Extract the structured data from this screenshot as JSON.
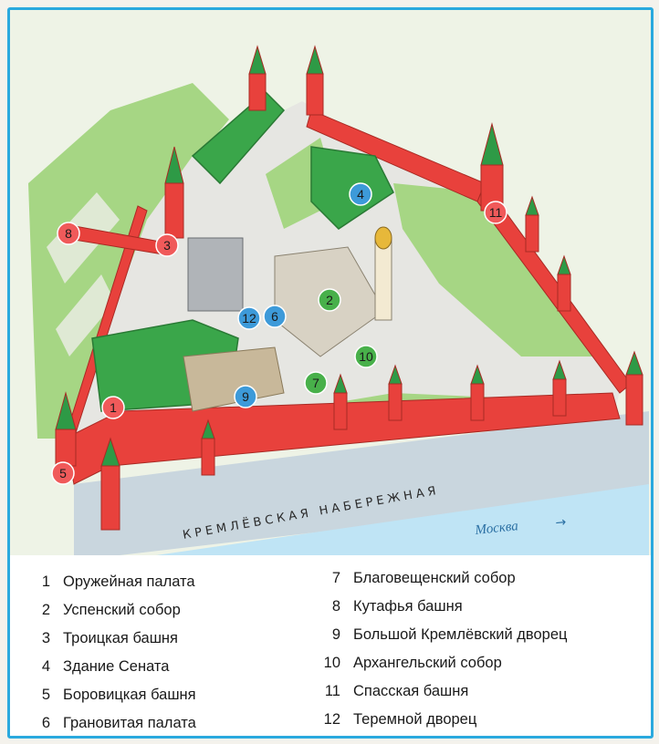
{
  "map": {
    "embankment_label": "КРЕМЛЁВСКАЯ НАБЕРЕЖНАЯ",
    "river_label": "Москва",
    "colors": {
      "wall": "#e8413c",
      "roof_green": "#3aa64a",
      "grass": "#9fd07e",
      "river": "#b8e2f5",
      "marker_red": "#f05a5a",
      "marker_green": "#48b04a",
      "marker_blue": "#3d9ad9"
    }
  },
  "markers": [
    {
      "num": "1",
      "color": "red"
    },
    {
      "num": "2",
      "color": "green"
    },
    {
      "num": "3",
      "color": "red"
    },
    {
      "num": "4",
      "color": "blue"
    },
    {
      "num": "5",
      "color": "red"
    },
    {
      "num": "6",
      "color": "blue"
    },
    {
      "num": "7",
      "color": "green"
    },
    {
      "num": "8",
      "color": "red"
    },
    {
      "num": "9",
      "color": "blue"
    },
    {
      "num": "10",
      "color": "green"
    },
    {
      "num": "11",
      "color": "red"
    },
    {
      "num": "12",
      "color": "blue"
    }
  ],
  "legend": [
    {
      "num": "1",
      "label": "Оружейная палата"
    },
    {
      "num": "2",
      "label": "Успенский собор"
    },
    {
      "num": "3",
      "label": "Троицкая башня"
    },
    {
      "num": "4",
      "label": "Здание Сената"
    },
    {
      "num": "5",
      "label": "Боровицкая башня"
    },
    {
      "num": "6",
      "label": "Грановитая палата"
    },
    {
      "num": "7",
      "label": "Благовещенский собор"
    },
    {
      "num": "8",
      "label": "Кутафья башня"
    },
    {
      "num": "9",
      "label": "Большой Кремлёвский дворец"
    },
    {
      "num": "10",
      "label": "Архангельский собор"
    },
    {
      "num": "11",
      "label": "Спасская башня"
    },
    {
      "num": "12",
      "label": "Теремной дворец"
    }
  ]
}
